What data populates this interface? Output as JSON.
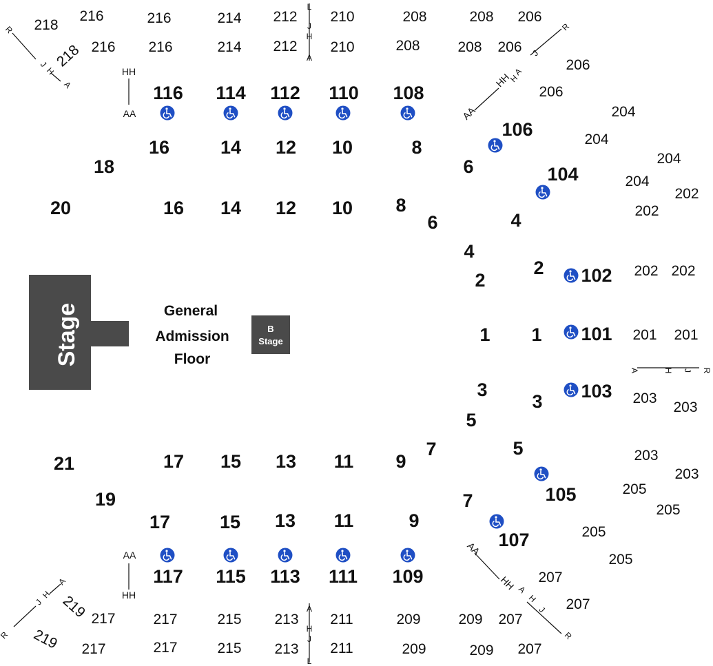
{
  "stage": {
    "label": "Stage",
    "color": "#4a4a4a"
  },
  "b_stage": {
    "line1": "B",
    "line2": "Stage"
  },
  "floor": {
    "line1": "General",
    "line2": "Admission",
    "line3": "Floor"
  },
  "wheelchair_color": "#1f4fc4",
  "sections_200": [
    "218",
    "216",
    "216",
    "214",
    "212",
    "210",
    "208",
    "208",
    "206",
    "218",
    "216",
    "216",
    "214",
    "212",
    "210",
    "208",
    "208",
    "206",
    "206",
    "206",
    "204",
    "204",
    "204",
    "204",
    "202",
    "202",
    "202",
    "202",
    "201",
    "201",
    "203",
    "203",
    "203",
    "203",
    "205",
    "205",
    "205",
    "205",
    "207",
    "207",
    "207",
    "207",
    "219",
    "219",
    "217",
    "217",
    "217",
    "217",
    "215",
    "215",
    "213",
    "213",
    "211",
    "211",
    "209",
    "209",
    "209",
    "209"
  ],
  "sections_100": [
    "116",
    "114",
    "112",
    "110",
    "108",
    "106",
    "104",
    "102",
    "101",
    "103",
    "105",
    "107",
    "117",
    "115",
    "113",
    "111",
    "109"
  ],
  "floor_sections": [
    "18",
    "16",
    "14",
    "12",
    "10",
    "8",
    "6",
    "20",
    "16",
    "14",
    "12",
    "10",
    "8",
    "6",
    "4",
    "4",
    "2",
    "2",
    "1",
    "1",
    "3",
    "3",
    "5",
    "5",
    "7",
    "21",
    "17",
    "15",
    "13",
    "11",
    "9",
    "7",
    "19",
    "17",
    "15",
    "13",
    "11",
    "9"
  ],
  "row_labels": [
    "R",
    "J",
    "H",
    "A",
    "HH",
    "AA",
    "L",
    "J",
    "H",
    "A",
    "R",
    "J",
    "H",
    "A",
    "HH",
    "AA",
    "A",
    "H",
    "J",
    "R",
    "AA",
    "HH",
    "A",
    "H",
    "J",
    "L",
    "R",
    "J",
    "H",
    "A",
    "AA",
    "HH",
    "A",
    "H",
    "J",
    "R",
    "AA",
    "HH"
  ]
}
